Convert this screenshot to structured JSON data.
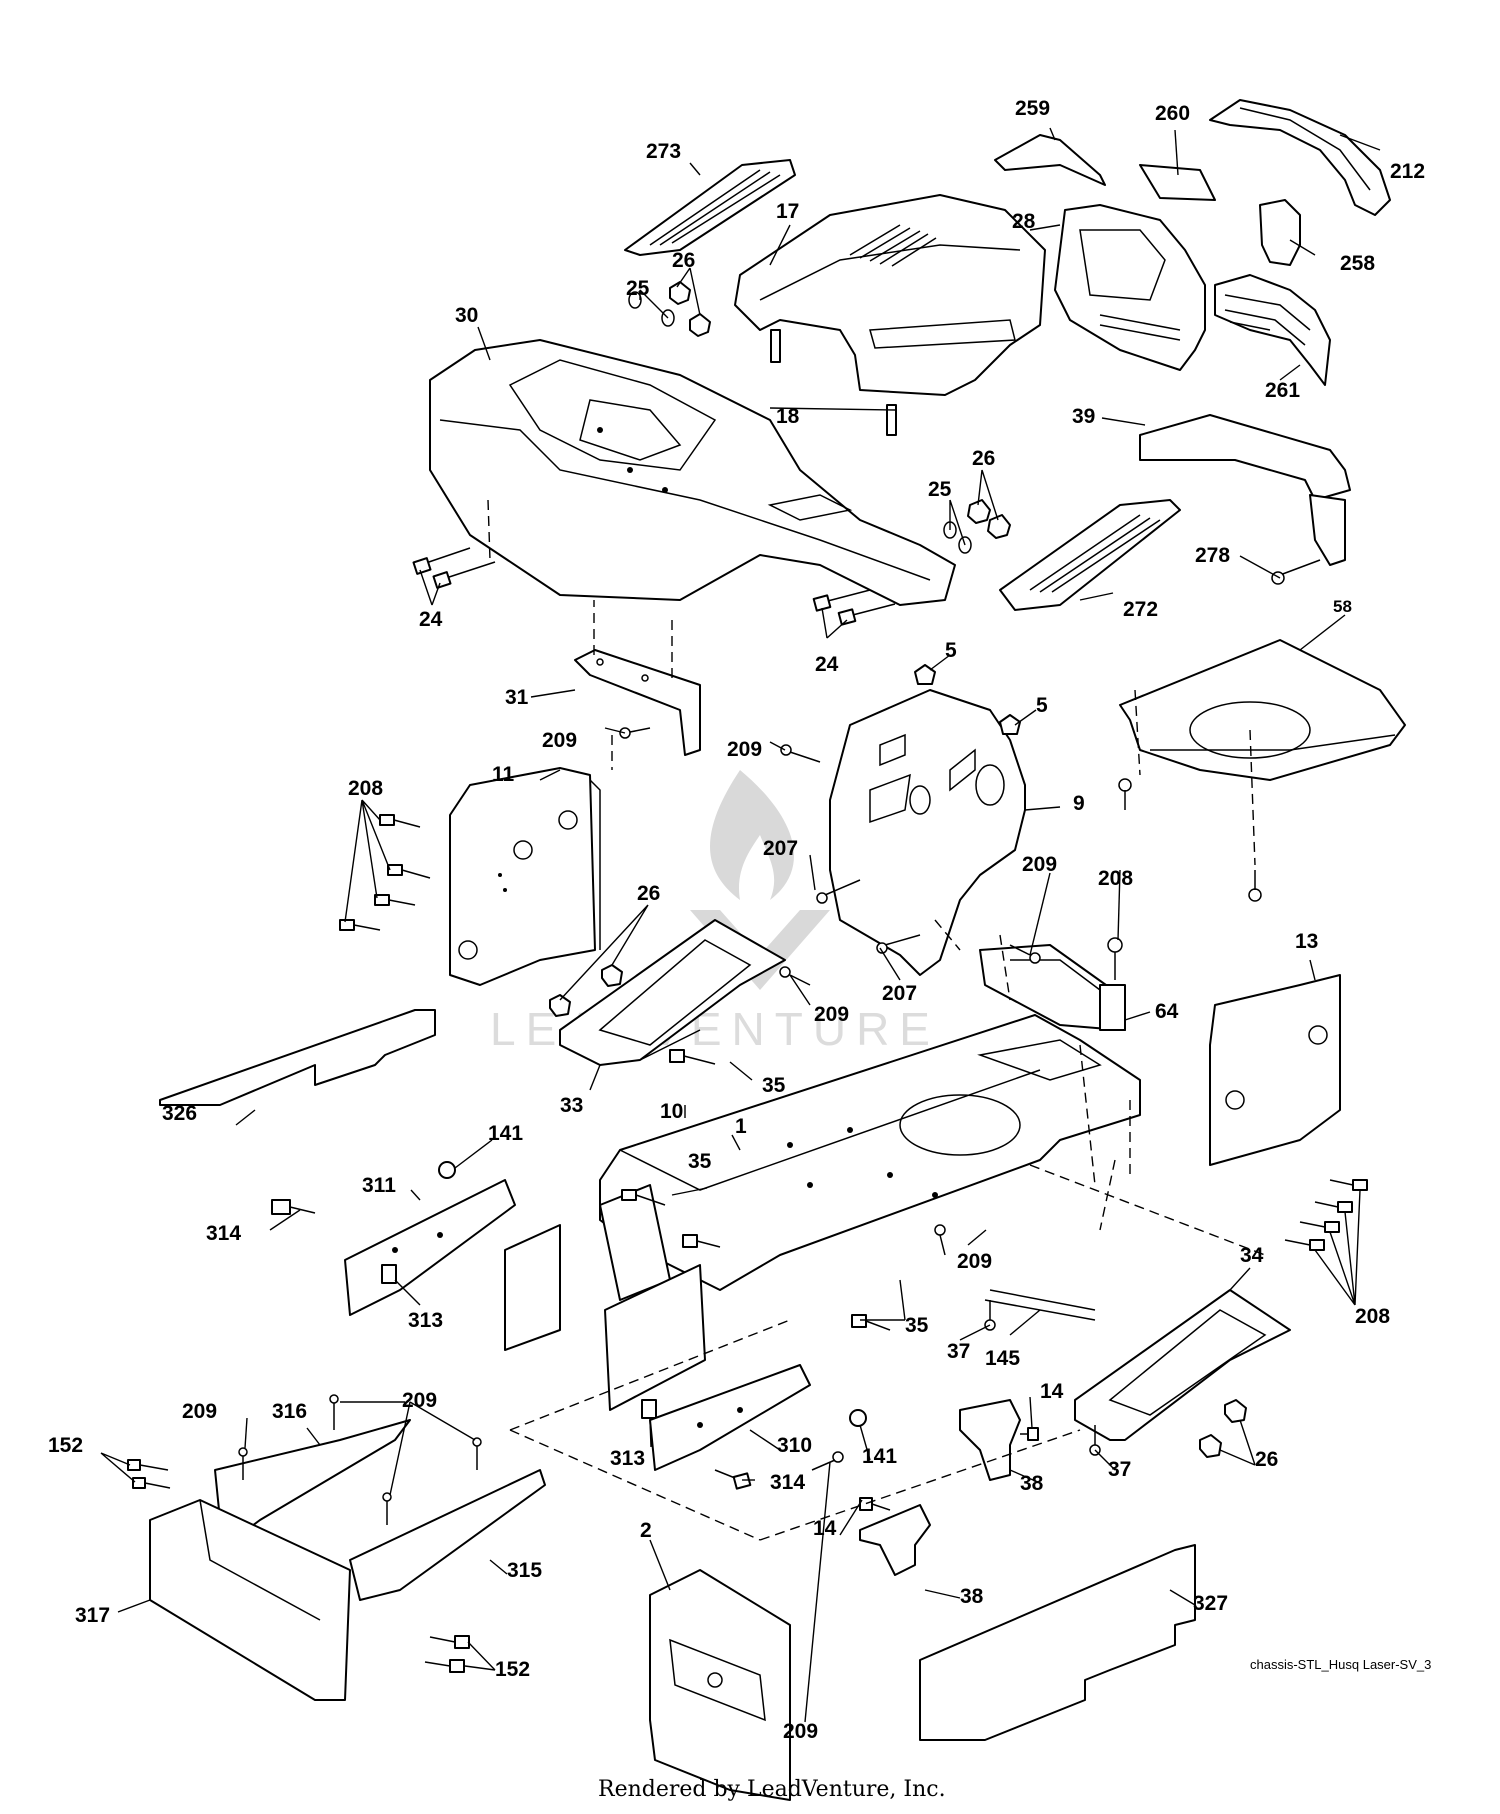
{
  "diagram": {
    "reference_label": "chassis-STL_Husq Laser-SV_3",
    "footer": "Rendered by LeadVenture, Inc.",
    "watermark": "LEADVENTURE",
    "callouts": [
      "273",
      "259",
      "260",
      "212",
      "17",
      "28",
      "258",
      "26",
      "25",
      "30",
      "261",
      "18",
      "39",
      "26",
      "25",
      "278",
      "24",
      "272",
      "24",
      "58",
      "5",
      "5",
      "31",
      "209",
      "209",
      "9",
      "208",
      "11",
      "207",
      "209",
      "208",
      "26",
      "207",
      "209",
      "64",
      "13",
      "35",
      "33",
      "10",
      "326",
      "1",
      "141",
      "35",
      "311",
      "314",
      "209",
      "313",
      "34",
      "35",
      "208",
      "37",
      "145",
      "14",
      "209",
      "316",
      "209",
      "152",
      "313",
      "310",
      "141",
      "37",
      "26",
      "314",
      "38",
      "2",
      "14",
      "315",
      "38",
      "327",
      "317",
      "152",
      "209"
    ]
  }
}
